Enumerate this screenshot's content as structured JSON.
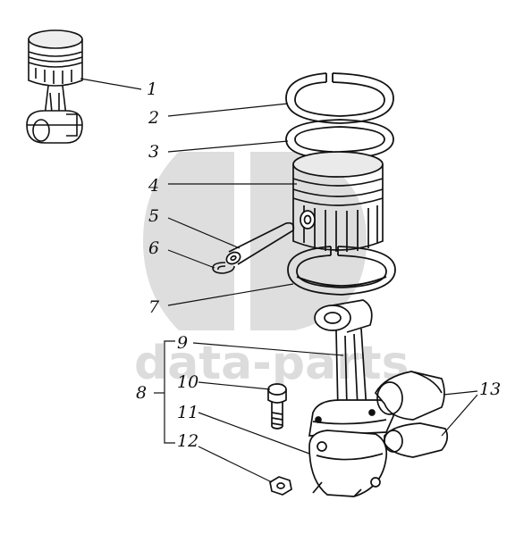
{
  "watermark": {
    "text": "data-parts",
    "color": "#d9d9d9"
  },
  "callouts": [
    {
      "id": "1",
      "label": "1"
    },
    {
      "id": "2",
      "label": "2"
    },
    {
      "id": "3",
      "label": "3"
    },
    {
      "id": "4",
      "label": "4"
    },
    {
      "id": "5",
      "label": "5"
    },
    {
      "id": "6",
      "label": "6"
    },
    {
      "id": "7",
      "label": "7"
    },
    {
      "id": "8",
      "label": "8"
    },
    {
      "id": "9",
      "label": "9"
    },
    {
      "id": "10",
      "label": "10"
    },
    {
      "id": "11",
      "label": "11"
    },
    {
      "id": "12",
      "label": "12"
    },
    {
      "id": "13",
      "label": "13"
    }
  ],
  "colors": {
    "ink": "#111111",
    "paper": "#ffffff"
  }
}
